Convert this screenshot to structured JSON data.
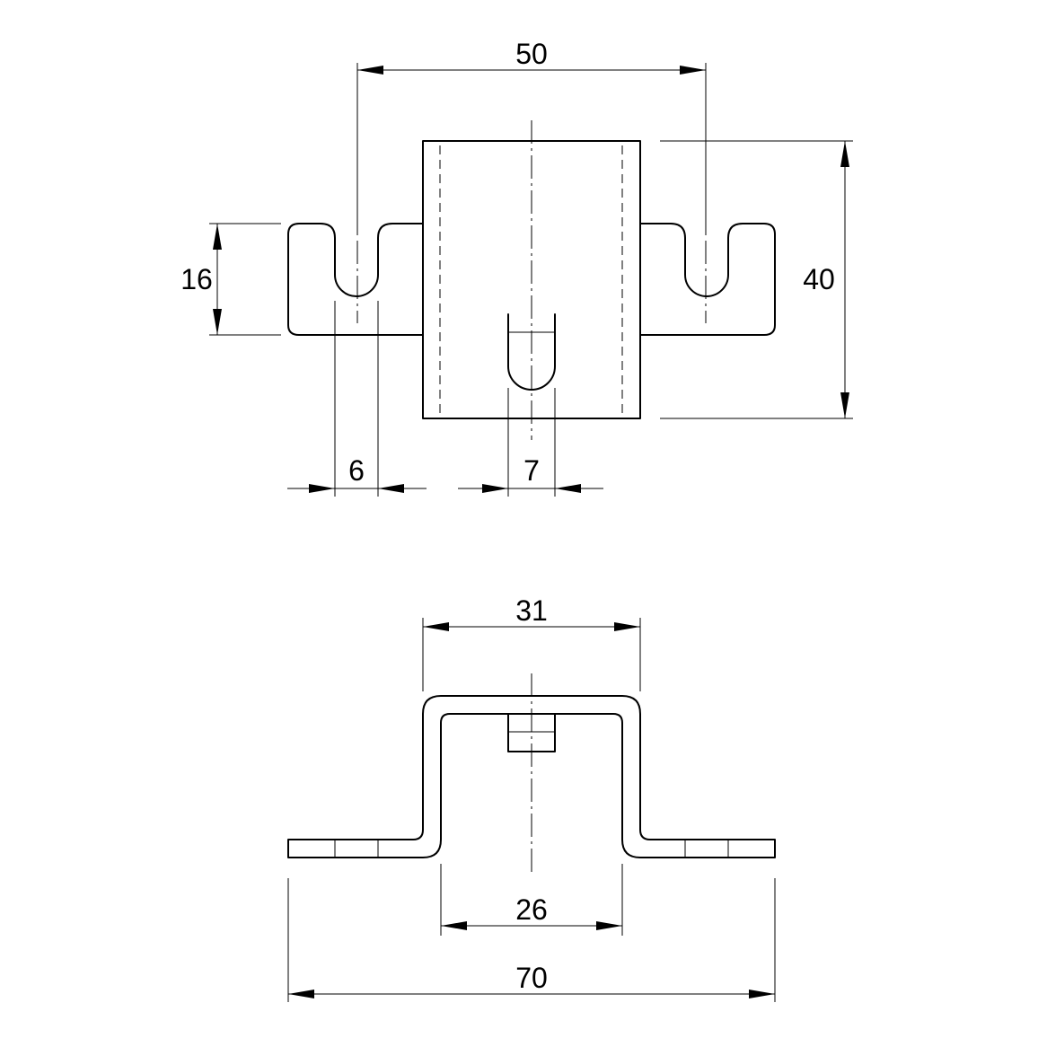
{
  "dimensions": {
    "top_width_50": "50",
    "top_height_40": "40",
    "tab_height_16": "16",
    "slot_width_6": "6",
    "slot_width_7": "7",
    "front_width_31": "31",
    "front_inner_26": "26",
    "front_total_70": "70"
  },
  "colors": {
    "line": "#000000",
    "background": "#ffffff"
  }
}
